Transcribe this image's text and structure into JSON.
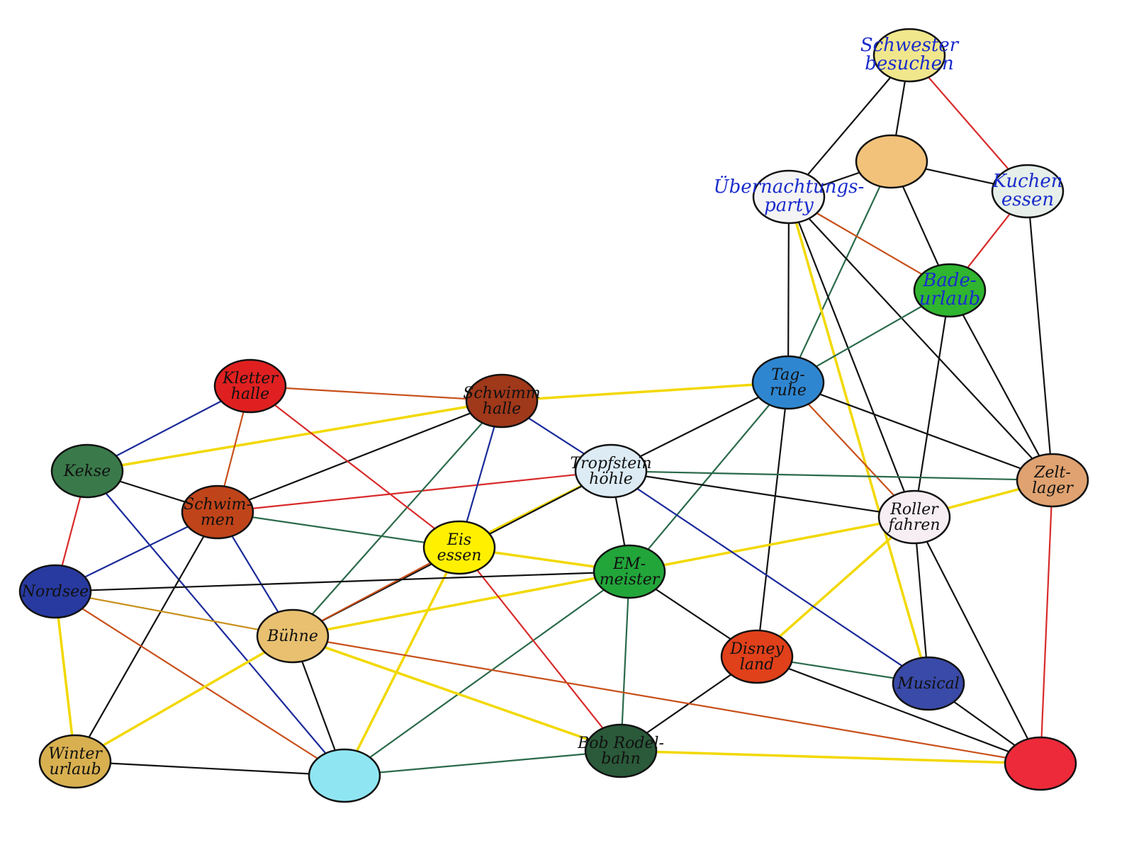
{
  "diagram": {
    "nodes": [
      {
        "id": "schwester",
        "label": "Schwester\nbesuchen",
        "color": "#f0e68c",
        "label_color": "blue"
      },
      {
        "id": "orange-top",
        "label": "",
        "color": "#f2c27a"
      },
      {
        "id": "uebernachtung",
        "label": "Übernachtungs-\nparty",
        "color": "#f4f4f4",
        "label_color": "blue"
      },
      {
        "id": "kuchen",
        "label": "Kuchen\nessen",
        "color": "#e6efe9",
        "label_color": "blue"
      },
      {
        "id": "badeurlaub",
        "label": "Bade-\nurlaub",
        "color": "#2fb52f",
        "label_color": "blue"
      },
      {
        "id": "tag-ruhe",
        "label": "Tag-\nruhe",
        "color": "#2f86d0"
      },
      {
        "id": "zeltlager",
        "label": "Zelt-\nlager",
        "color": "#e0a270"
      },
      {
        "id": "rollerfahren",
        "label": "Roller\nfahren",
        "color": "#f6eef2"
      },
      {
        "id": "musical",
        "label": "Musical",
        "color": "#3a4aa8"
      },
      {
        "id": "red-br",
        "label": "",
        "color": "#ec2a3a"
      },
      {
        "id": "disneyland",
        "label": "Disney\nland",
        "color": "#e0401a"
      },
      {
        "id": "em-meister",
        "label": "EM-\nmeister",
        "color": "#22a63a"
      },
      {
        "id": "tropfstein",
        "label": "Tropfstein\nhöhle",
        "color": "#dcebf4"
      },
      {
        "id": "schwimmen-halle",
        "label": "Schwimm\nhalle",
        "color": "#a0381a"
      },
      {
        "id": "kletterhalle",
        "label": "Kletter\nhalle",
        "color": "#e02020"
      },
      {
        "id": "kekse",
        "label": "Kekse",
        "color": "#3a7a4a"
      },
      {
        "id": "schwimmen",
        "label": "Schwim-\nmen",
        "color": "#c0441a"
      },
      {
        "id": "eis-essen",
        "label": "Eis\nessen",
        "color": "#fff000"
      },
      {
        "id": "nordsee",
        "label": "Nordsee",
        "color": "#283aa0"
      },
      {
        "id": "buehne",
        "label": "Bühne",
        "color": "#e8c070"
      },
      {
        "id": "winterurlaub",
        "label": "Winter\nurlaub",
        "color": "#d8b050"
      },
      {
        "id": "cyan",
        "label": "",
        "color": "#8fe6f2"
      },
      {
        "id": "bobbahn",
        "label": "Bob Rodel-\nbahn",
        "color": "#2a5a3a"
      }
    ],
    "edges": [
      {
        "from": "schwester",
        "to": "uebernachtung",
        "color": "#111111"
      },
      {
        "from": "schwester",
        "to": "orange-top",
        "color": "#111111"
      },
      {
        "from": "schwester",
        "to": "kuchen",
        "color": "#d82a2a"
      },
      {
        "from": "orange-top",
        "to": "uebernachtung",
        "color": "#111111"
      },
      {
        "from": "orange-top",
        "to": "kuchen",
        "color": "#111111"
      },
      {
        "from": "orange-top",
        "to": "badeurlaub",
        "color": "#111111"
      },
      {
        "from": "orange-top",
        "to": "tag-ruhe",
        "color": "#2a6a4a"
      },
      {
        "from": "uebernachtung",
        "to": "badeurlaub",
        "color": "#c8501a"
      },
      {
        "from": "uebernachtung",
        "to": "tag-ruhe",
        "color": "#111111"
      },
      {
        "from": "uebernachtung",
        "to": "zeltlager",
        "color": "#111111"
      },
      {
        "from": "uebernachtung",
        "to": "rollerfahren",
        "color": "#111111"
      },
      {
        "from": "uebernachtung",
        "to": "musical",
        "color": "#f2d800"
      },
      {
        "from": "kuchen",
        "to": "badeurlaub",
        "color": "#d82a2a"
      },
      {
        "from": "kuchen",
        "to": "zeltlager",
        "color": "#111111"
      },
      {
        "from": "badeurlaub",
        "to": "tag-ruhe",
        "color": "#2a6a4a"
      },
      {
        "from": "badeurlaub",
        "to": "rollerfahren",
        "color": "#111111"
      },
      {
        "from": "badeurlaub",
        "to": "zeltlager",
        "color": "#111111"
      },
      {
        "from": "tag-ruhe",
        "to": "schwimmen-halle",
        "color": "#f2d800"
      },
      {
        "from": "tag-ruhe",
        "to": "tropfstein",
        "color": "#111111"
      },
      {
        "from": "tag-ruhe",
        "to": "zeltlager",
        "color": "#111111"
      },
      {
        "from": "tag-ruhe",
        "to": "rollerfahren",
        "color": "#c8501a"
      },
      {
        "from": "tag-ruhe",
        "to": "disneyland",
        "color": "#111111"
      },
      {
        "from": "tag-ruhe",
        "to": "em-meister",
        "color": "#2a6a4a"
      },
      {
        "from": "zeltlager",
        "to": "rollerfahren",
        "color": "#f2d800"
      },
      {
        "from": "zeltlager",
        "to": "tropfstein",
        "color": "#2a6a4a"
      },
      {
        "from": "zeltlager",
        "to": "red-br",
        "color": "#d82a2a"
      },
      {
        "from": "rollerfahren",
        "to": "musical",
        "color": "#111111"
      },
      {
        "from": "rollerfahren",
        "to": "red-br",
        "color": "#111111"
      },
      {
        "from": "rollerfahren",
        "to": "disneyland",
        "color": "#f2d800"
      },
      {
        "from": "rollerfahren",
        "to": "em-meister",
        "color": "#f2d800"
      },
      {
        "from": "rollerfahren",
        "to": "tropfstein",
        "color": "#111111"
      },
      {
        "from": "musical",
        "to": "disneyland",
        "color": "#2a6a4a"
      },
      {
        "from": "musical",
        "to": "red-br",
        "color": "#111111"
      },
      {
        "from": "musical",
        "to": "tropfstein",
        "color": "#1a2a9a"
      },
      {
        "from": "disneyland",
        "to": "em-meister",
        "color": "#111111"
      },
      {
        "from": "disneyland",
        "to": "bobbahn",
        "color": "#111111"
      },
      {
        "from": "disneyland",
        "to": "red-br",
        "color": "#111111"
      },
      {
        "from": "em-meister",
        "to": "tropfstein",
        "color": "#111111"
      },
      {
        "from": "em-meister",
        "to": "eis-essen",
        "color": "#f2d800"
      },
      {
        "from": "em-meister",
        "to": "bobbahn",
        "color": "#2a6a4a"
      },
      {
        "from": "em-meister",
        "to": "buehne",
        "color": "#f2d800"
      },
      {
        "from": "em-meister",
        "to": "cyan",
        "color": "#2a6a4a"
      },
      {
        "from": "tropfstein",
        "to": "schwimmen-halle",
        "color": "#1a2a9a"
      },
      {
        "from": "tropfstein",
        "to": "eis-essen",
        "color": "#f2d800"
      },
      {
        "from": "tropfstein",
        "to": "schwimmen",
        "color": "#d82a2a"
      },
      {
        "from": "tropfstein",
        "to": "buehne",
        "color": "#111111"
      },
      {
        "from": "schwimmen-halle",
        "to": "kletterhalle",
        "color": "#c8501a"
      },
      {
        "from": "schwimmen-halle",
        "to": "kekse",
        "color": "#f2d800"
      },
      {
        "from": "schwimmen-halle",
        "to": "schwimmen",
        "color": "#111111"
      },
      {
        "from": "schwimmen-halle",
        "to": "eis-essen",
        "color": "#1a2a9a"
      },
      {
        "from": "schwimmen-halle",
        "to": "buehne",
        "color": "#2a6a4a"
      },
      {
        "from": "kletterhalle",
        "to": "kekse",
        "color": "#1a2a9a"
      },
      {
        "from": "kletterhalle",
        "to": "schwimmen",
        "color": "#c8501a"
      },
      {
        "from": "kletterhalle",
        "to": "eis-essen",
        "color": "#d82a2a"
      },
      {
        "from": "kekse",
        "to": "schwimmen",
        "color": "#111111"
      },
      {
        "from": "kekse",
        "to": "nordsee",
        "color": "#d82a2a"
      },
      {
        "from": "kekse",
        "to": "cyan",
        "color": "#1a2a9a"
      },
      {
        "from": "schwimmen",
        "to": "nordsee",
        "color": "#1a2a9a"
      },
      {
        "from": "schwimmen",
        "to": "eis-essen",
        "color": "#2a6a4a"
      },
      {
        "from": "schwimmen",
        "to": "buehne",
        "color": "#1a2a9a"
      },
      {
        "from": "schwimmen",
        "to": "winterurlaub",
        "color": "#111111"
      },
      {
        "from": "eis-essen",
        "to": "buehne",
        "color": "#c8501a"
      },
      {
        "from": "eis-essen",
        "to": "cyan",
        "color": "#f2d800"
      },
      {
        "from": "eis-essen",
        "to": "bobbahn",
        "color": "#d82a2a"
      },
      {
        "from": "nordsee",
        "to": "buehne",
        "color": "#c8901a"
      },
      {
        "from": "nordsee",
        "to": "winterurlaub",
        "color": "#f2d800"
      },
      {
        "from": "nordsee",
        "to": "cyan",
        "color": "#c8501a"
      },
      {
        "from": "nordsee",
        "to": "em-meister",
        "color": "#111111"
      },
      {
        "from": "buehne",
        "to": "winterurlaub",
        "color": "#f2d800"
      },
      {
        "from": "buehne",
        "to": "cyan",
        "color": "#111111"
      },
      {
        "from": "buehne",
        "to": "bobbahn",
        "color": "#f2d800"
      },
      {
        "from": "buehne",
        "to": "red-br",
        "color": "#c8501a"
      },
      {
        "from": "winterurlaub",
        "to": "cyan",
        "color": "#111111"
      },
      {
        "from": "cyan",
        "to": "bobbahn",
        "color": "#2a6a4a"
      },
      {
        "from": "bobbahn",
        "to": "red-br",
        "color": "#f2d800"
      }
    ]
  }
}
